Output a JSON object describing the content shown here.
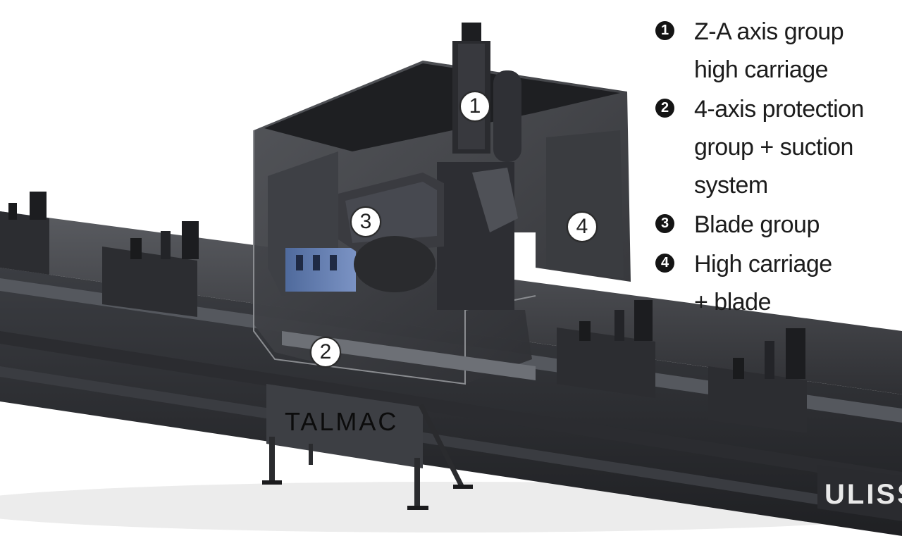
{
  "markers": [
    {
      "number": "1"
    },
    {
      "number": "2"
    },
    {
      "number": "3"
    },
    {
      "number": "4"
    }
  ],
  "brand_label": "TALMAC",
  "model_label": "ULISS",
  "legend": [
    {
      "number": "1",
      "text": "Z-A axis group\nhigh carriage"
    },
    {
      "number": "2",
      "text": "4-axis protection\ngroup +  suction\nsystem"
    },
    {
      "number": "3",
      "text": "Blade group"
    },
    {
      "number": "4",
      "text": "High carriage\n+ blade"
    }
  ]
}
